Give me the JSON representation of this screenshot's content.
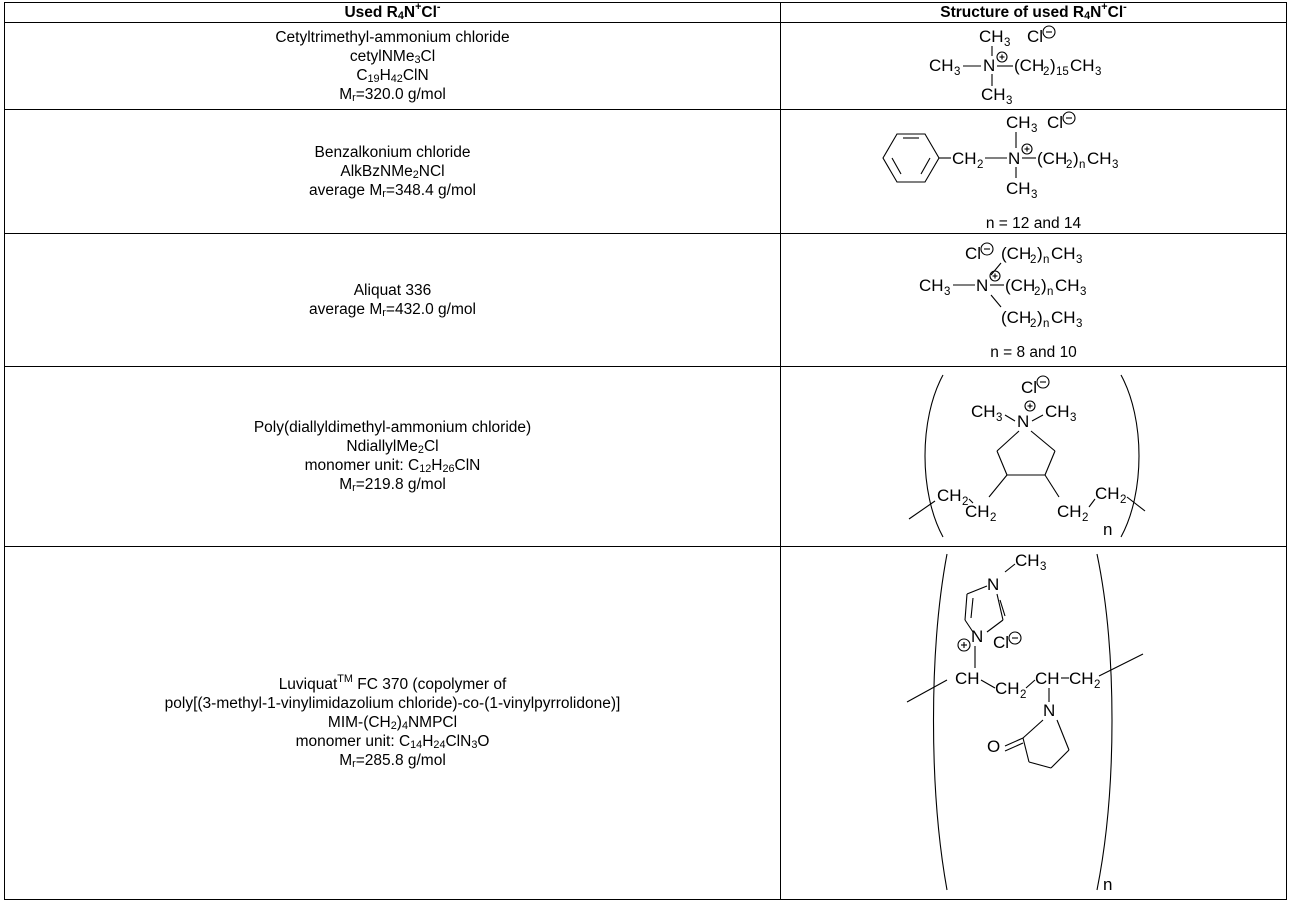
{
  "header": {
    "col1": "Used R4N+Cl-",
    "col2": "Structure of used R4N+Cl-"
  },
  "rows": [
    {
      "name": "Cetyltrimethyl-ammonium chloride",
      "abbrev": "cetylNMe3Cl",
      "formula": "C19H42ClN",
      "mass": "Mr=320.0 g/mol"
    },
    {
      "name": "Benzalkonium chloride",
      "abbrev": "AlkBzNMe2NCl",
      "mass": "average Mr=348.4 g/mol",
      "note": "n = 12 and 14"
    },
    {
      "name": "Aliquat 336",
      "mass": "average Mr=432.0 g/mol",
      "note": "n = 8 and 10"
    },
    {
      "name": "Poly(diallyldimethyl-ammonium chloride)",
      "abbrev": "NdiallylMe2Cl",
      "formula": "monomer unit: C12H26ClN",
      "mass": "Mr=219.8 g/mol"
    },
    {
      "name_1": "LuviquatTM FC 370 (copolymer of",
      "name_2": "poly[(3-methyl-1-vinylimidazolium chloride)-co-(1-vinylpyrrolidone)]",
      "abbrev": "MIM-(CH2)4NMPCl",
      "formula": "monomer unit: C14H24ClN3O",
      "mass": "Mr=285.8 g/mol"
    }
  ]
}
